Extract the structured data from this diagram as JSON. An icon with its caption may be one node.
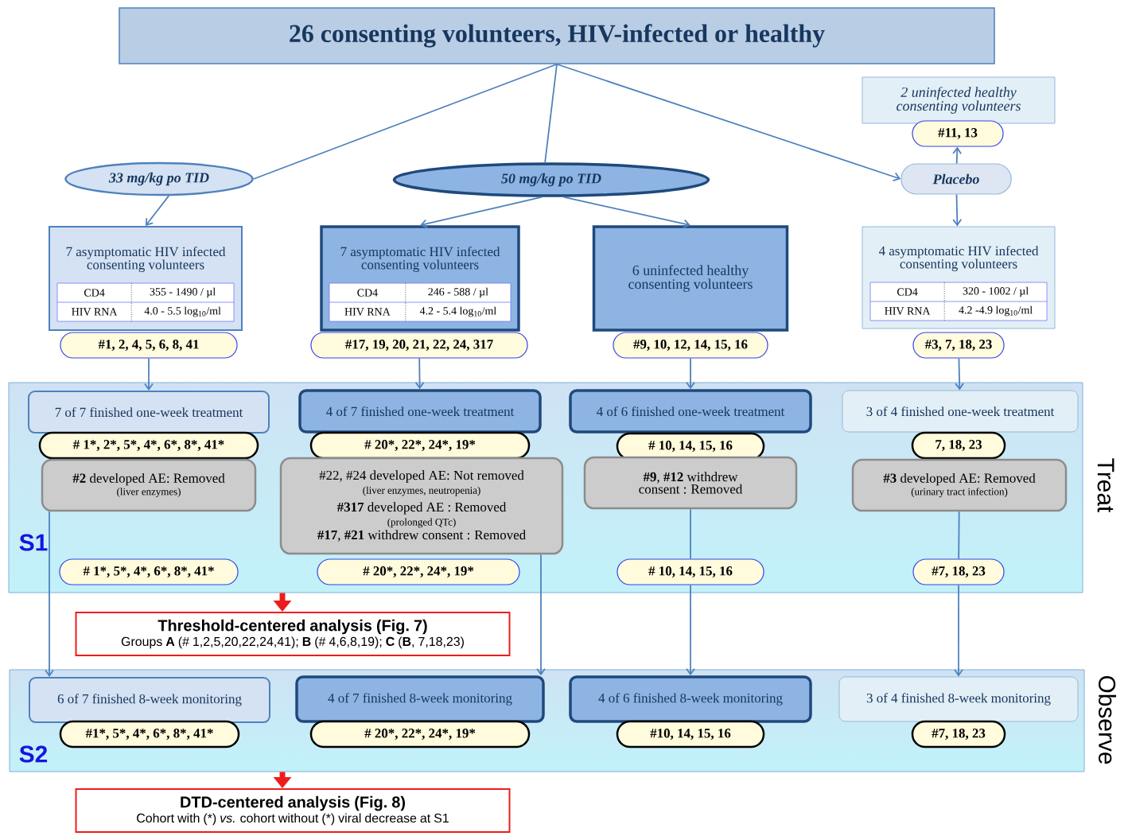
{
  "diagram": {
    "nodes": [
      {
        "text": [
          "26 consenting volunteers, HIV-infected or healthy"
        ]
      },
      {
        "text": [
          "33 mg/kg po TID"
        ]
      },
      {
        "text": [
          "50 mg/kg po TID"
        ]
      },
      {
        "text": [
          "2 uninfected healthy consenting volunteers"
        ]
      },
      {
        "text": [
          "#11, 13"
        ]
      },
      {
        "text": [
          "Placebo"
        ]
      },
      {
        "text": [
          "7 asymptomatic HIV infected consenting volunteers",
          "CD4",
          "355 - 1490 / µl",
          "HIV RNA",
          "4.0 - 5.5 log$_{10}$/ml"
        ]
      },
      {
        "text": [
          "#1, 2, 4, 5, 6, 8, 41"
        ]
      },
      {
        "text": [
          "7 asymptomatic HIV infected consenting volunteers",
          "CD4",
          "246 - 588 / µl",
          "HIV RNA",
          "4.2 - 5.4 log$_{10}$/ml"
        ]
      },
      {
        "text": [
          "#17, 19, 20, 21, 22, 24, 317"
        ]
      },
      {
        "text": [
          "6 uninfected healthy consenting volunteers"
        ]
      },
      {
        "text": [
          "#9, 10, 12, 14, 15, 16"
        ]
      },
      {
        "text": [
          "4 asymptomatic HIV infected consenting volunteers",
          "CD4",
          "320 - 1002 / µl",
          "HIV RNA",
          "4.2 -4.9 log$_{10}$/ml"
        ]
      },
      {
        "text": [
          "#3, 7, 18, 23"
        ]
      },
      {
        "text": [
          "S1",
          "Treat"
        ]
      },
      {
        "text": [
          "7 of 7 finished one-week treatment"
        ],
        "in": 14
      },
      {
        "text": [
          "# 1*, 2*, 5*, 4*, 6*, 8*, 41*"
        ],
        "in": 14
      },
      {
        "text": [
          "**#2** developed AE: Removed",
          "(liver enzymes)"
        ],
        "in": 14
      },
      {
        "text": [
          "# 1*, 5*, 4*, 6*, 8*, 41*"
        ],
        "in": 14
      },
      {
        "text": [
          "4 of 7 finished one-week treatment"
        ],
        "in": 14
      },
      {
        "text": [
          "# 20*, 22*, 24*, 19*"
        ],
        "in": 14
      },
      {
        "text": [
          "#22, #24 developed AE: Not removed",
          "(liver enzymes, neutropenia)",
          "**#317** developed AE : Removed",
          "(prolonged QTc)",
          "**#17**, **#21** withdrew consent : Removed"
        ],
        "in": 14
      },
      {
        "text": [
          "# 20*, 22*, 24*, 19*"
        ],
        "in": 14
      },
      {
        "text": [
          "4 of 6 finished one-week treatment"
        ],
        "in": 14
      },
      {
        "text": [
          "# 10, 14, 15, 16"
        ],
        "in": 14
      },
      {
        "text": [
          "**#9**, **#12** withdrew consent : Removed"
        ],
        "in": 14
      },
      {
        "text": [
          "# 10, 14, 15, 16"
        ],
        "in": 14
      },
      {
        "text": [
          "3 of 4 finished one-week treatment"
        ],
        "in": 14
      },
      {
        "text": [
          "7, 18, 23"
        ],
        "in": 14
      },
      {
        "text": [
          "**#3** developed AE: Removed",
          "(urinary tract infection)"
        ],
        "in": 14
      },
      {
        "text": [
          "#7, 18, 23"
        ],
        "in": 14
      },
      {
        "text": [
          "Threshold-centered analysis (Fig. 7)",
          "Groups **A** (# 1,2,5,20,22,24,41); **B** (# 4,6,8,19); **C** (**B**, 7,18,23)"
        ]
      },
      {
        "text": [
          "S2",
          "Observe"
        ]
      },
      {
        "text": [
          "6 of 7 finished 8-week monitoring"
        ],
        "in": 32
      },
      {
        "text": [
          "#1*, 5*, 4*, 6*, 8*, 41*"
        ],
        "in": 32
      },
      {
        "text": [
          "4 of 7 finished 8-week monitoring"
        ],
        "in": 32
      },
      {
        "text": [
          "# 20*, 22*, 24*, 19*"
        ],
        "in": 32
      },
      {
        "text": [
          "4 of 6 finished 8-week monitoring"
        ],
        "in": 32
      },
      {
        "text": [
          "#10, 14, 15, 16"
        ],
        "in": 32
      },
      {
        "text": [
          "3 of 4 finished 8-week monitoring"
        ],
        "in": 32
      },
      {
        "text": [
          "#7, 18, 23"
        ],
        "in": 32
      },
      {
        "text": [
          "DTD-centered analysis (Fig. 8)",
          "Cohort with (*) *vs.* cohort without (*) viral decrease at S1"
        ]
      }
    ],
    "edges": [
      {
        "from": 0,
        "to": 1,
        "arrow": "none"
      },
      {
        "from": 0,
        "to": 2,
        "arrow": "none"
      },
      {
        "from": 0,
        "to": 5,
        "arrow": "to"
      },
      {
        "from": 1,
        "to": 6,
        "arrow": "to"
      },
      {
        "from": 2,
        "to": 8,
        "arrow": "to"
      },
      {
        "from": 2,
        "to": 10,
        "arrow": "to"
      },
      {
        "from": 5,
        "to": 4,
        "arrow": "to"
      },
      {
        "from": 5,
        "to": 12,
        "arrow": "to"
      },
      {
        "from": 7,
        "to": 15,
        "arrow": "to"
      },
      {
        "from": 9,
        "to": 19,
        "arrow": "to"
      },
      {
        "from": 11,
        "to": 23,
        "arrow": "to"
      },
      {
        "from": 13,
        "to": 27,
        "arrow": "to"
      },
      {
        "from": 17,
        "to": 33,
        "arrow": "to"
      },
      {
        "from": 21,
        "to": 35,
        "arrow": "to"
      },
      {
        "from": 25,
        "to": 26,
        "arrow": "none"
      },
      {
        "from": 26,
        "to": 37,
        "arrow": "to"
      },
      {
        "from": 29,
        "to": 30,
        "arrow": "none"
      },
      {
        "from": 30,
        "to": 39,
        "arrow": "to"
      },
      {
        "from": 14,
        "to": 31,
        "arrow": "to",
        "style": "thick",
        "color": "#ee1c1c"
      },
      {
        "from": 32,
        "to": 41,
        "arrow": "to",
        "style": "thick",
        "color": "#ee1c1c"
      }
    ]
  }
}
